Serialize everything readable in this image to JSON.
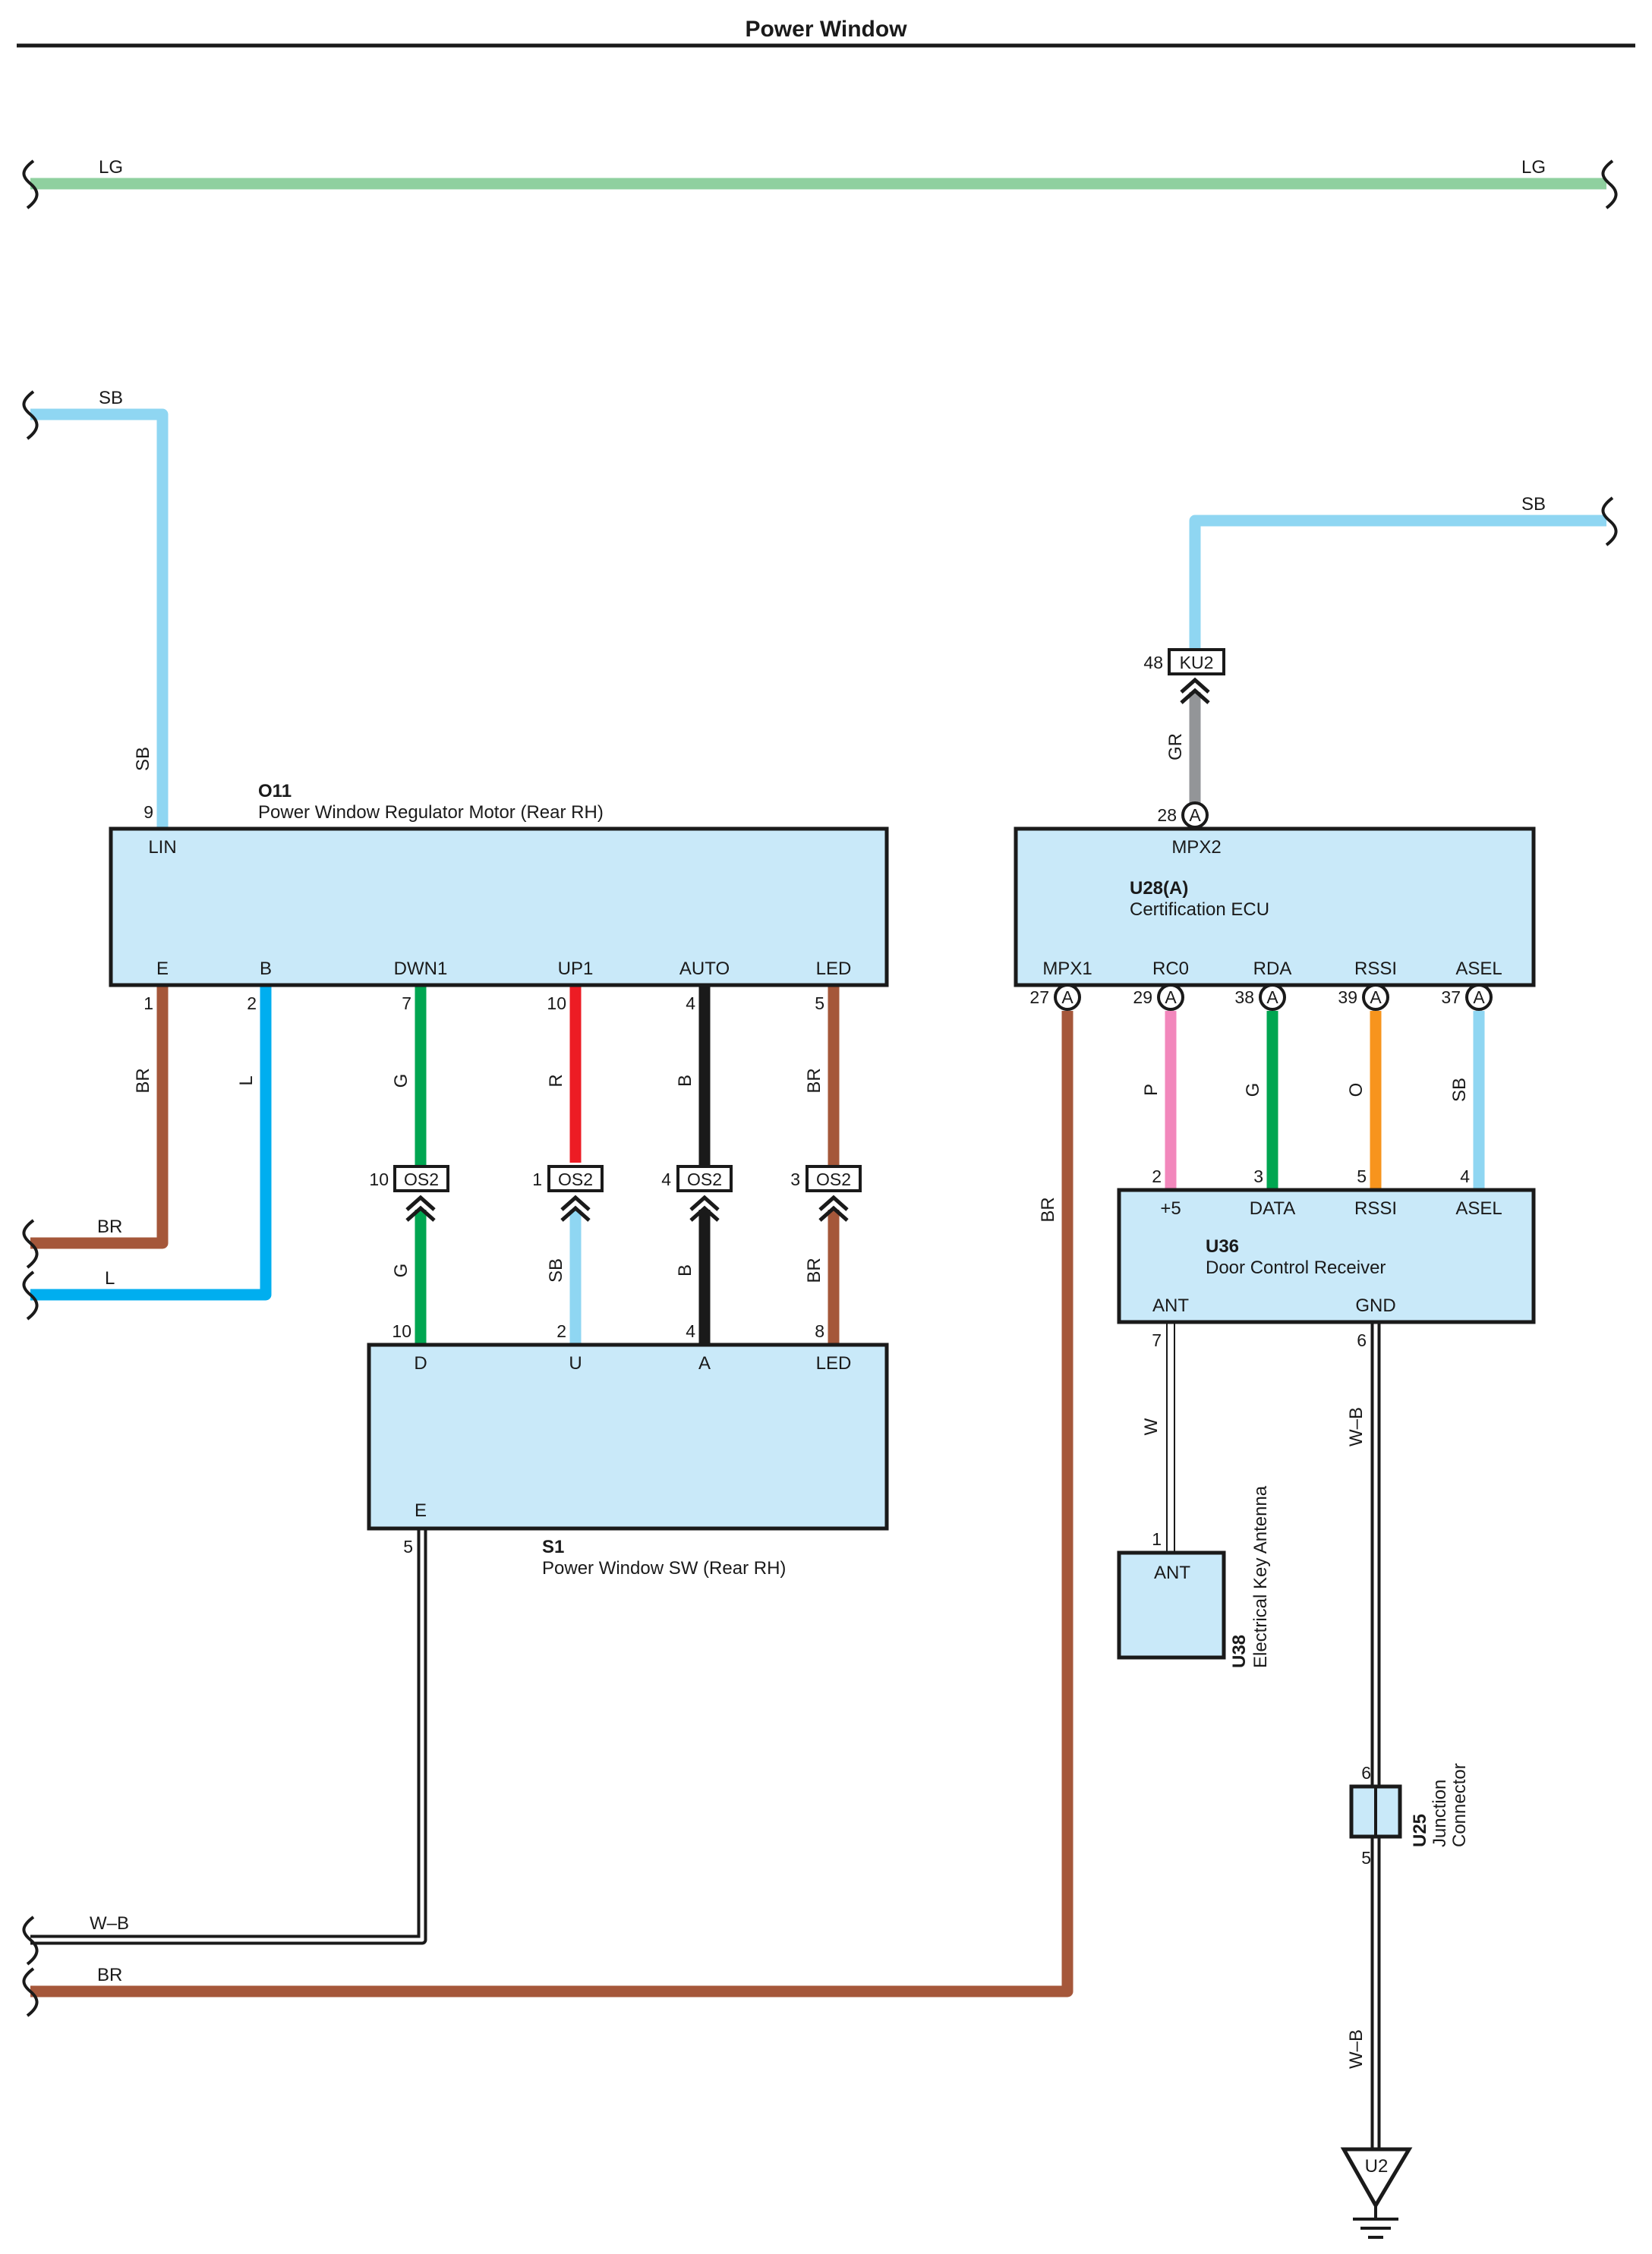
{
  "title": "Power Window",
  "colors": {
    "LG": "#8fd09f",
    "SB": "#8fd6f2",
    "BR": "#a5573a",
    "L": "#00aeef",
    "G": "#00a651",
    "R": "#ed1c24",
    "B": "#1a1a1a",
    "GR": "#939598",
    "P": "#f287bc",
    "O": "#f7941d",
    "box": "#c9e9f9"
  },
  "wire_labels": {
    "lg_left": "LG",
    "lg_right": "LG",
    "sb_left": "SB",
    "sb_vert": "SB",
    "sb_right": "SB",
    "br_e": "BR",
    "l_b": "L",
    "g_top": "G",
    "r_top": "R",
    "b_top": "B",
    "br_led_top": "BR",
    "g_bot": "G",
    "sb_bot": "SB",
    "b_bot": "B",
    "br_led_bot": "BR",
    "br_left": "BR",
    "l_left": "L",
    "gr": "GR",
    "br_mpx1": "BR",
    "p": "P",
    "g_data": "G",
    "o": "O",
    "sb_asel": "SB",
    "w": "W",
    "wb_gnd": "W–B",
    "wb_low": "W–B",
    "wb_left": "W–B",
    "br_bottom": "BR"
  },
  "components": {
    "o11": {
      "id": "O11",
      "name": "Power Window Regulator Motor (Rear RH)",
      "terminals": {
        "lin": "LIN",
        "e": "E",
        "b": "B",
        "dwn1": "DWN1",
        "up1": "UP1",
        "auto": "AUTO",
        "led": "LED"
      },
      "pins": {
        "lin": "9",
        "e": "1",
        "b": "2",
        "dwn1": "7",
        "up1": "10",
        "auto": "4",
        "led": "5"
      }
    },
    "s1": {
      "id": "S1",
      "name": "Power Window SW (Rear RH)",
      "terminals": {
        "d": "D",
        "u": "U",
        "a": "A",
        "led": "LED",
        "e": "E"
      },
      "pins": {
        "d": "10",
        "u": "2",
        "a": "4",
        "led": "8",
        "e": "5"
      }
    },
    "u28": {
      "id": "U28(A)",
      "name": "Certification ECU",
      "terminals": {
        "mpx2": "MPX2",
        "mpx1": "MPX1",
        "rc0": "RC0",
        "rda": "RDA",
        "rssi": "RSSI",
        "asel": "ASEL"
      },
      "pins": {
        "mpx2": "28",
        "mpx1": "27",
        "rc0": "29",
        "rda": "38",
        "rssi": "39",
        "asel": "37"
      },
      "connector": "A"
    },
    "u36": {
      "id": "U36",
      "name": "Door Control Receiver",
      "terminals": {
        "p5": "+5",
        "data": "DATA",
        "rssi": "RSSI",
        "asel": "ASEL",
        "ant": "ANT",
        "gnd": "GND"
      },
      "pins": {
        "p5": "2",
        "data": "3",
        "rssi": "5",
        "asel": "4",
        "ant": "7",
        "gnd": "6"
      }
    },
    "u38": {
      "id": "U38",
      "name": "Electrical Key Antenna",
      "terminal": "ANT",
      "pin": "1"
    },
    "u25": {
      "id": "U25",
      "name_line1": "Junction",
      "name_line2": "Connector",
      "pin_top": "6",
      "pin_bottom": "5"
    },
    "u2": {
      "id": "U2"
    }
  },
  "connectors": {
    "os2": {
      "label": "OS2",
      "pins": [
        "10",
        "1",
        "4",
        "3"
      ]
    },
    "ku2": {
      "label": "KU2",
      "pin": "48"
    }
  }
}
